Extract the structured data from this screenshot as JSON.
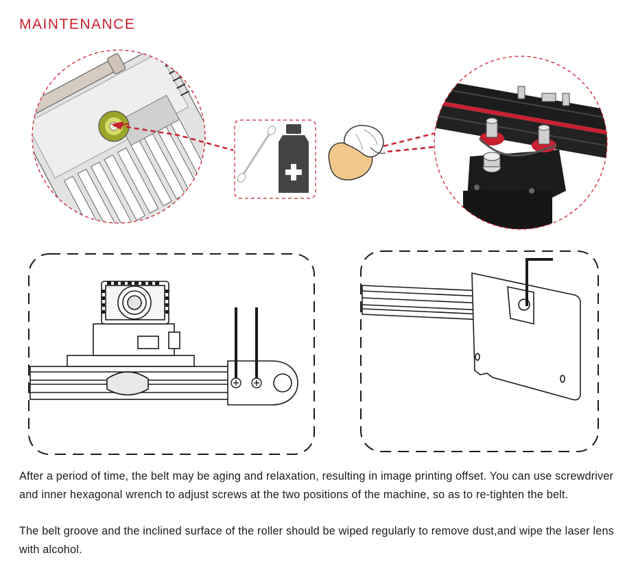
{
  "page": {
    "title": "MAINTENANCE"
  },
  "colors": {
    "accent": "#c8202f",
    "text": "#1a1a1a",
    "machine_dark": "#1c1c1c",
    "rail_red": "#c8202f",
    "skin": "#f2c88c"
  },
  "icons": {
    "cotton_swab": "cotton-swab-icon",
    "alcohol_bottle": "alcohol-bottle-icon",
    "medical_cross": "medical-cross-icon",
    "cleaning_cloth": "hand-with-cloth-icon"
  },
  "body": {
    "paragraph_1": "After a period of time, the belt may be aging and relaxation, resulting in image printing offset. You can use screwdriver and inner hexagonal wrench to adjust screws at the two positions of the machine, so as to re-tighten the belt.",
    "paragraph_2": "The belt groove and the inclined surface of the roller should be wiped regularly to remove dust,and wipe the laser lens with alcohol."
  }
}
